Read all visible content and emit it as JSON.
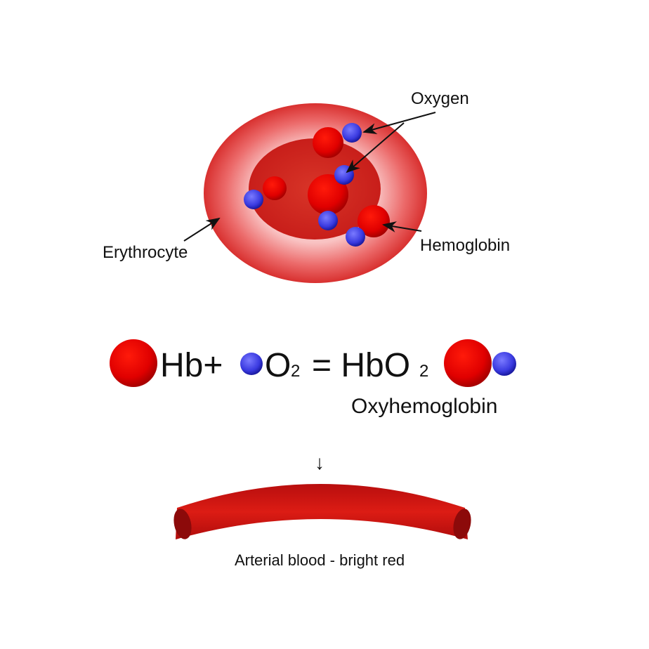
{
  "labels": {
    "oxygen": "Oxygen",
    "erythrocyte": "Erythrocyte",
    "hemoglobin": "Hemoglobin",
    "oxyhemoglobin": "Oxyhemoglobin",
    "arterial": "Arterial blood - bright red"
  },
  "equation": {
    "hb_plus": "Hb+",
    "o": "O",
    "sub2": "2",
    "equals_hbo": "= HbO",
    "sub2b": "2"
  },
  "down_arrow": "↓",
  "colors": {
    "red": "#e00000",
    "blue": "#3a3adf",
    "cell": "#e8403f",
    "vessel": "#d01818"
  }
}
